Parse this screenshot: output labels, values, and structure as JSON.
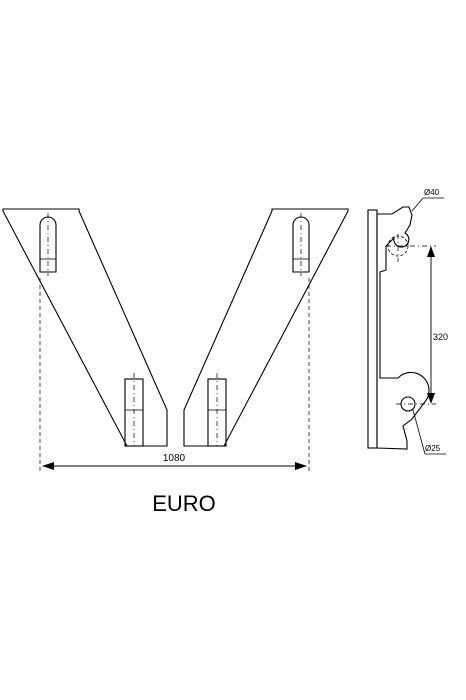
{
  "drawing": {
    "caption": "EURO",
    "dimensions": {
      "width_label": "1080",
      "height_label": "320",
      "upper_hole_label": "Ø40",
      "lower_hole_label": "Ø25"
    }
  }
}
